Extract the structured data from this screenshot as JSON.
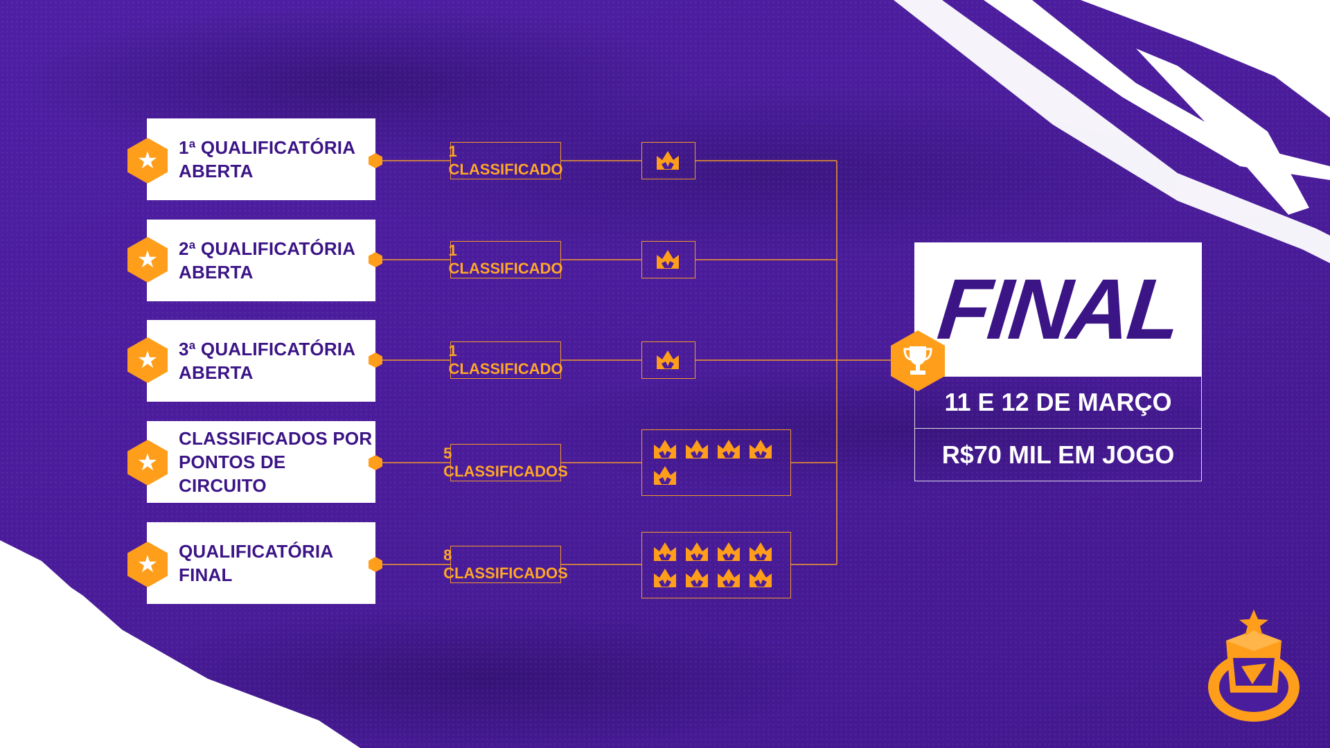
{
  "qualifiers": [
    {
      "label": "1ª QUALIFICATÓRIA ABERTA",
      "line1": "1ª QUALIFICATÓRIA",
      "line2": "ABERTA",
      "icon": "star-icon"
    },
    {
      "label": "2ª QUALIFICATÓRIA ABERTA",
      "line1": "2ª QUALIFICATÓRIA",
      "line2": "ABERTA",
      "icon": "star-icon"
    },
    {
      "label": "3ª QUALIFICATÓRIA ABERTA",
      "line1": "3ª QUALIFICATÓRIA",
      "line2": "ABERTA",
      "icon": "star-icon"
    },
    {
      "label": "CLASSIFICADOS POR PONTOS DE CIRCUITO",
      "line1": "CLASSIFICADOS POR",
      "line2": "PONTOS DE CIRCUITO",
      "icon": "star-icon"
    },
    {
      "label": "QUALIFICATÓRIA FINAL",
      "line1": "QUALIFICATÓRIA",
      "line2": "FINAL",
      "icon": "star-icon"
    }
  ],
  "slots": [
    {
      "text": "1 CLASSIFICADO",
      "count": 1
    },
    {
      "text": "1 CLASSIFICADO",
      "count": 1
    },
    {
      "text": "1 CLASSIFICADO",
      "count": 1
    },
    {
      "text": "5 CLASSIFICADOS",
      "count": 5
    },
    {
      "text": "8 CLASSIFICADOS",
      "count": 8
    }
  ],
  "final": {
    "title": "FINAL",
    "dates": "11 E 12 DE MARÇO",
    "prize": "R$70 MIL EM JOGO",
    "icon": "trophy-icon"
  },
  "colors": {
    "background": "#4a1d9c",
    "accent": "#ff9e1b",
    "text_dark": "#3b1486",
    "white": "#ffffff"
  },
  "logo": {
    "icon": "event-crown-logo"
  }
}
